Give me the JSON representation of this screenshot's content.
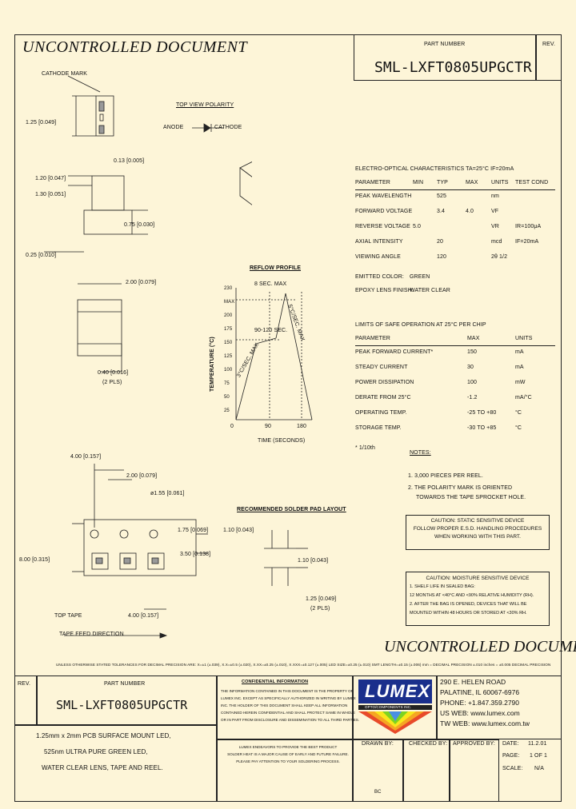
{
  "header": {
    "uncontrolled_top": "UNCONTROLLED DOCUMENT",
    "part_number_label": "PART NUMBER",
    "rev_label": "REV.",
    "part_number": "SML-LXFT0805UPGCTR"
  },
  "dims": {
    "cathode_mark": "CATHODE MARK",
    "d1": "1.25 [0.049]",
    "d2": "0.13 [0.005]",
    "d3": "1.20 [0.047]",
    "d4": "1.30 [0.051]",
    "d5": "0.75 [0.030]",
    "d6": "0.25 [0.010]",
    "d7": "2.00 [0.079]",
    "d8": "0.40 [0.016]",
    "d8b": "(2 PLS)",
    "top_view": "TOP VIEW POLARITY",
    "anode": "ANODE",
    "cathode": "CATHODE"
  },
  "eo": {
    "title": "ELECTRO-OPTICAL CHARACTERISTICS  TA=25°C      IF=20mA",
    "headers": [
      "PARAMETER",
      "MIN",
      "TYP",
      "MAX",
      "UNITS",
      "TEST COND"
    ],
    "rows": [
      [
        "PEAK WAVELENGTH",
        "",
        "525",
        "",
        "nm",
        ""
      ],
      [
        "FORWARD VOLTAGE",
        "",
        "3.4",
        "4.0",
        "VF",
        ""
      ],
      [
        "REVERSE VOLTAGE",
        "5.0",
        "",
        "",
        "VR",
        "IR=100μA"
      ],
      [
        "AXIAL INTENSITY",
        "",
        "20",
        "",
        "mcd",
        "IF=20mA"
      ],
      [
        "VIEWING ANGLE",
        "",
        "120",
        "",
        "2θ 1/2",
        ""
      ]
    ],
    "emitted_label": "EMITTED COLOR:",
    "emitted_value": "GREEN",
    "epoxy_label": "EPOXY LENS FINISH:",
    "epoxy_value": "WATER CLEAR"
  },
  "reflow": {
    "title": "REFLOW PROFILE",
    "sec_max": "8 SEC. MAX",
    "window": "90-120 SEC.",
    "slope_up": "3°C/SEC. MAX",
    "slope_down": "5°C/SEC. MAX",
    "ylabel": "TEMPERATURE (°C)",
    "xlabel": "TIME (SECONDS)",
    "yticks": [
      "230",
      "MAX",
      "200",
      "175",
      "150",
      "125",
      "100",
      "75",
      "50",
      "25"
    ],
    "xticks": [
      "0",
      "90",
      "180"
    ]
  },
  "limits": {
    "title": "LIMITS OF SAFE OPERATION AT 25°C PER CHIP",
    "headers": [
      "PARAMETER",
      "MAX",
      "UNITS"
    ],
    "rows": [
      [
        "PEAK FORWARD CURRENT*",
        "150",
        "mA"
      ],
      [
        "STEADY CURRENT",
        "30",
        "mA"
      ],
      [
        "POWER DISSIPATION",
        "100",
        "mW"
      ],
      [
        "DERATE FROM 25°C",
        "-1.2",
        "mA/°C"
      ],
      [
        "OPERATING TEMP.",
        "-25 TO +80",
        "°C"
      ],
      [
        "STORAGE TEMP.",
        "-30 TO +85",
        "°C"
      ]
    ],
    "footnote": "* 1/10th"
  },
  "notes": {
    "title": "NOTES:",
    "n1": "1. 3,000 PIECES PER REEL.",
    "n2": "2. THE POLARITY MARK IS ORIENTED",
    "n2b": "TOWARDS THE TAPE SPROCKET HOLE."
  },
  "caution1": {
    "l1": "CAUTION: STATIC SENSITIVE DEVICE",
    "l2": "FOLLOW PROPER E.S.D. HANDLING PROCEDURES",
    "l3": "WHEN WORKING WITH THIS PART."
  },
  "caution2": {
    "title": "CAUTION: MOISTURE SENSITIVE DEVICE",
    "l1": "1. SHELF LIFE IN SEALED BAG:",
    "l2": "12 MONTHS AT <40°C AND <90% RELATIVE HUMIDITY (RH).",
    "l3": "2. AFTER THE BAG IS OPENED, DEVICES THAT WILL BE",
    "l4": "MOUNTED WITHIN 48 HOURS OR STORED AT <30% RH."
  },
  "tape": {
    "d1": "4.00 [0.157]",
    "d2": "2.00 [0.079]",
    "d3": "ø1.55 [0.061]",
    "d4": "1.75 [0.069]",
    "d5": "3.50 [0.138]",
    "d6": "8.00 [0.315]",
    "d7": "4.00 [0.157]",
    "top_tape": "TOP TAPE",
    "feed": "TAPE FEED DIRECTION"
  },
  "pad": {
    "title": "RECOMMENDED SOLDER PAD LAYOUT",
    "d1": "1.10 [0.043]",
    "d2": "1.10 [0.043]",
    "d3": "1.25 [0.049]",
    "d3b": "(2 PLS)"
  },
  "footer": {
    "uncontrolled_bottom": "UNCONTROLLED DOCUMENT",
    "tolerance": "UNLESS OTHERWISE STATED TOLERANCES FOR DECIMAL PRECISION ARE: X=±1 (±.039), X.X=±0.5 (±.020), X.XX=±0.25 (±.010), X.XXX=±0.127 (±.005)    LED SIZE=±0.25 (±.010)    SMT LENGTH=±0.15 (±.006)   mm = DECIMAL PRECISION ±.010   inches = ±0.005 DECIMAL PRECISION",
    "rev_label": "REV.",
    "part_number_label": "PART NUMBER",
    "part_number": "SML-LXFT0805UPGCTR",
    "description": [
      "1.25mm x 2mm PCB SURFACE MOUNT LED,",
      "525nm ULTRA PURE GREEN LED,",
      "WATER CLEAR LENS, TAPE AND REEL."
    ],
    "confidential_title": "CONFIDENTIAL INFORMATION",
    "confidential": [
      "THE INFORMATION CONTAINED IN THIS DOCUMENT IS THE PROPERTY OF",
      "LUMEX INC. EXCEPT AS SPECIFICALLY AUTHORIZED IN WRITING BY LUMEX",
      "INC. THE HOLDER OF THIS DOCUMENT SHALL KEEP ALL INFORMATION",
      "CONTAINED HEREIN CONFIDENTIAL AND SHALL PROTECT SAME IN WHOLE",
      "OR IN PART FROM DISCLOSURE AND DISSEMINATION TO ALL THIRD PARTIES."
    ],
    "trademark": [
      "LUMEX ENDEAVORS TO PROVIDE THE BEST PRODUCT",
      "SOLDER HEAT IS A MAJOR CAUSE OF EARLY AND FUTURE FAILURE.",
      "PLEASE PAY ATTENTION TO YOUR SOLDERING PROCESS."
    ],
    "logo": "LUMEX",
    "logo_sub": "OPTO/COMPONENTS INC.",
    "address": [
      "290 E. HELEN ROAD",
      "PALATINE, IL 60067-6976",
      "PHONE: +1.847.359.2790",
      "US WEB: www.lumex.com",
      "TW WEB: www.lumex.com.tw"
    ],
    "drawn_by": "DRAWN BY:",
    "drawn_by_value": "BC",
    "checked_by": "CHECKED BY:",
    "approved_by": "APPROVED BY:",
    "date_label": "DATE:",
    "date_value": "11.2.01",
    "page_label": "PAGE:",
    "page_value": "1 OF 1",
    "scale_label": "SCALE:",
    "scale_value": "N/A"
  }
}
